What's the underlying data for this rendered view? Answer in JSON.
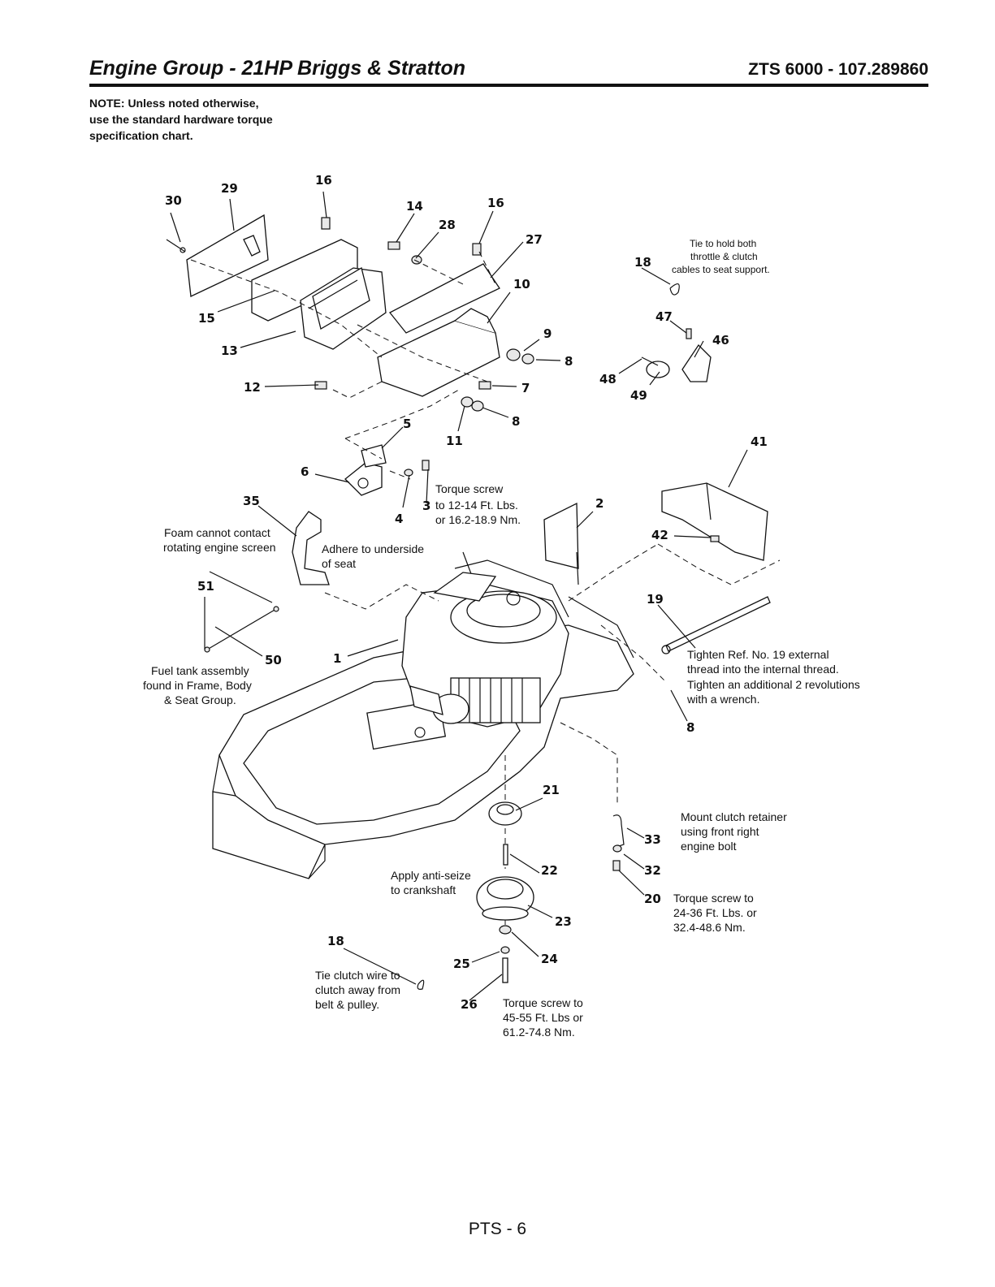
{
  "header": {
    "title": "Engine Group - 21HP Briggs & Stratton",
    "model": "ZTS 6000 - 107.289860"
  },
  "note": {
    "lines": [
      "NOTE: Unless noted otherwise,",
      "use the standard hardware torque",
      "specification chart."
    ]
  },
  "callouts": {
    "c30": "30",
    "c29": "29",
    "c16a": "16",
    "c14": "14",
    "c16b": "16",
    "c28": "28",
    "c27": "27",
    "c10": "10",
    "c15": "15",
    "c13": "13",
    "c9": "9",
    "c8a": "8",
    "c12": "12",
    "c7": "7",
    "c8b": "8",
    "c5": "5",
    "c11": "11",
    "c6": "6",
    "c3": "3",
    "c4": "4",
    "c35": "35",
    "c2": "2",
    "c18a": "18",
    "c47": "47",
    "c46": "46",
    "c48": "48",
    "c49": "49",
    "c41": "41",
    "c42": "42",
    "c19": "19",
    "c8c": "8",
    "c51": "51",
    "c50": "50",
    "c1": "1",
    "c21": "21",
    "c33": "33",
    "c32": "32",
    "c22": "22",
    "c20": "20",
    "c23": "23",
    "c18b": "18",
    "c24": "24",
    "c25": "25",
    "c26": "26"
  },
  "annotations": {
    "tie_cables": [
      "Tie to hold both",
      "throttle & clutch",
      "cables to seat support."
    ],
    "torque_3": [
      "Torque screw",
      "to 12-14 Ft. Lbs.",
      "or 16.2-18.9 Nm."
    ],
    "foam": [
      "Foam cannot contact",
      "rotating engine screen"
    ],
    "adhere": [
      "Adhere to underside",
      "of seat"
    ],
    "fuel_tank": [
      "Fuel tank assembly",
      "found in Frame, Body",
      "& Seat Group."
    ],
    "tighten_19": [
      "Tighten Ref. No. 19 external",
      "thread into the internal thread.",
      "Tighten an additional 2 revolutions",
      "with a wrench."
    ],
    "clutch_retainer": [
      "Mount clutch retainer",
      "using front right",
      "engine bolt"
    ],
    "torque_20": [
      "Torque screw to",
      "24-36 Ft. Lbs. or",
      "32.4-48.6 Nm."
    ],
    "anti_seize": [
      "Apply anti-seize",
      "to crankshaft"
    ],
    "tie_clutch": [
      "Tie clutch wire to",
      "clutch away from",
      "belt & pulley."
    ],
    "torque_26": [
      "Torque screw to",
      "45-55 Ft. Lbs or",
      "61.2-74.8 Nm."
    ]
  },
  "footer": {
    "page": "PTS - 6"
  }
}
